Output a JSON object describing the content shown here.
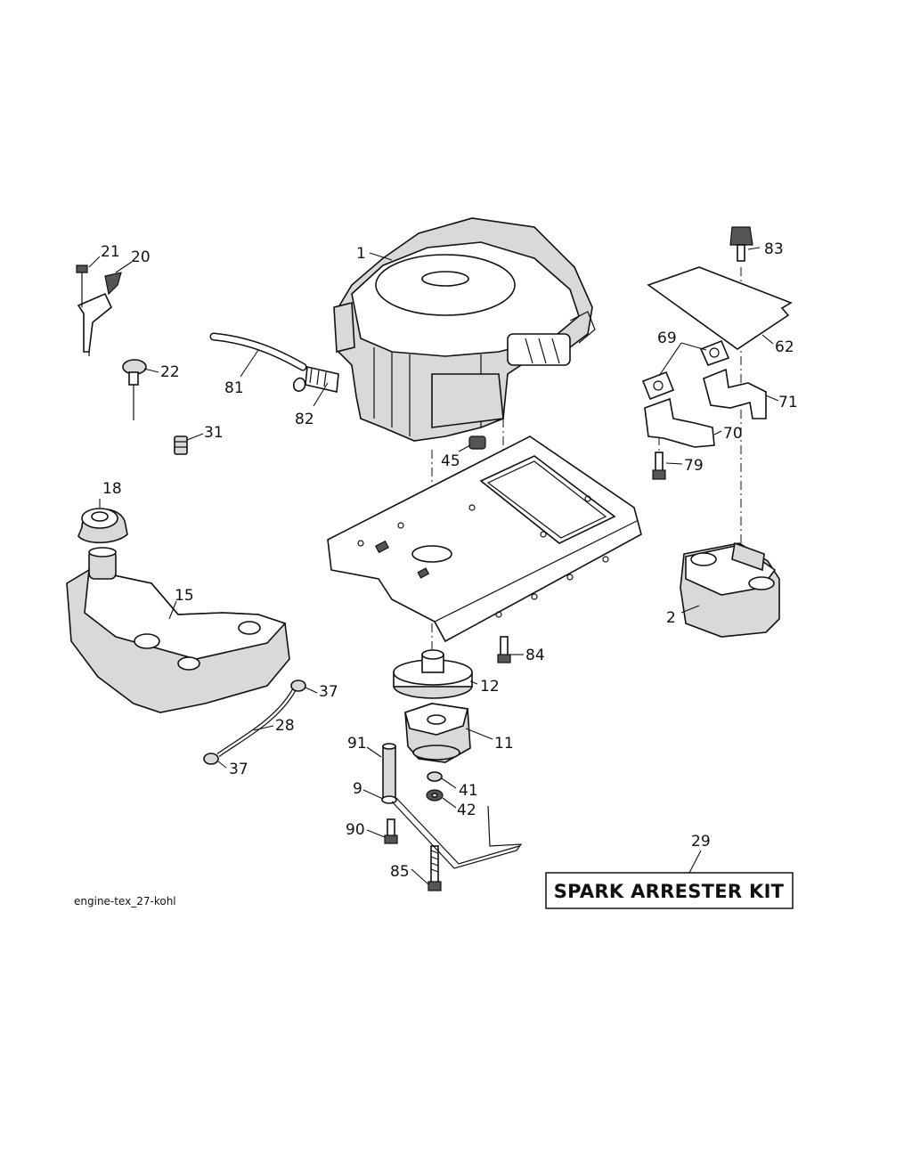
{
  "diagram_ref": "engine-tex_27-kohl",
  "kit": {
    "number": "29",
    "label": "SPARK ARRESTER KIT"
  },
  "callouts": {
    "p1": "1",
    "p2": "2",
    "p9": "9",
    "p11": "11",
    "p12": "12",
    "p15": "15",
    "p18": "18",
    "p20": "20",
    "p21": "21",
    "p22": "22",
    "p28": "28",
    "p31": "31",
    "p37a": "37",
    "p37b": "37",
    "p41": "41",
    "p42": "42",
    "p45": "45",
    "p62": "62",
    "p69": "69",
    "p70": "70",
    "p71": "71",
    "p79": "79",
    "p81": "81",
    "p82": "82",
    "p83": "83",
    "p84": "84",
    "p85": "85",
    "p90": "90",
    "p91": "91"
  }
}
